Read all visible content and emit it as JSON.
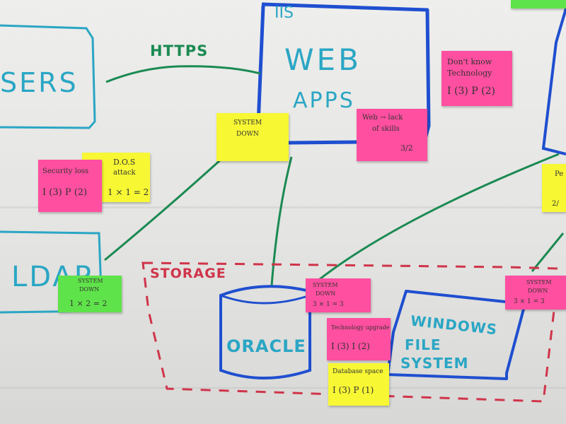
{
  "colors": {
    "paper": "#eeeeec",
    "cyan_marker": "#2aa6c4",
    "blue_marker": "#1f4fd0",
    "green_marker": "#1a8a52",
    "red_marker": "#d0344a",
    "pink_note": "#ff4fa0",
    "yellow_note": "#f7f734",
    "green_note": "#5fe34a"
  },
  "diagram": {
    "users_label": "SERS",
    "https_label": "HTTPS",
    "iis_label": "IIS",
    "web_label": "WEB",
    "apps_label": "APPS",
    "ldap_label": "LDAP",
    "storage_label": "STORAGE",
    "oracle_label": "ORACLE",
    "windows_label": "WINDOWS",
    "file_label": "FILE",
    "system_label": "SYSTEM"
  },
  "notes": {
    "pink_tech": {
      "line1": "Don't know",
      "line2": "Technology",
      "line3": "I (3)    P (2)"
    },
    "yellow_down": {
      "line1": "SYSTEM",
      "line2": "DOWN"
    },
    "pink_web": {
      "line1": "Web → lack",
      "line2": "of skills",
      "line3": "3/2"
    },
    "yellow_dos": {
      "line1": "D.O.S",
      "line2": "attack",
      "line3": "1 × 1 = 2"
    },
    "pink_security": {
      "line1": "Security loss",
      "line2": "I (3)    P (2)"
    },
    "yellow_right": {
      "line1": "Pe",
      "line2": "2/"
    },
    "green_ldap": {
      "line1": "SYSTEM",
      "line2": "DOWN",
      "line3": "1 × 2 = 2"
    },
    "pink_oracle": {
      "line1": "SYSTEM",
      "line2": "DOWN",
      "line3": "3 × 1 = 3"
    },
    "pink_windows": {
      "line1": "SYSTEM",
      "line2": "DOWN",
      "line3": "3 × 1 = 3"
    },
    "pink_techupgrade": {
      "line1": "Technology upgrade",
      "line2": "I (3)    I (2)"
    },
    "yellow_dbspace": {
      "line1": "Database space",
      "line2": "I (3)    P (1)"
    }
  }
}
